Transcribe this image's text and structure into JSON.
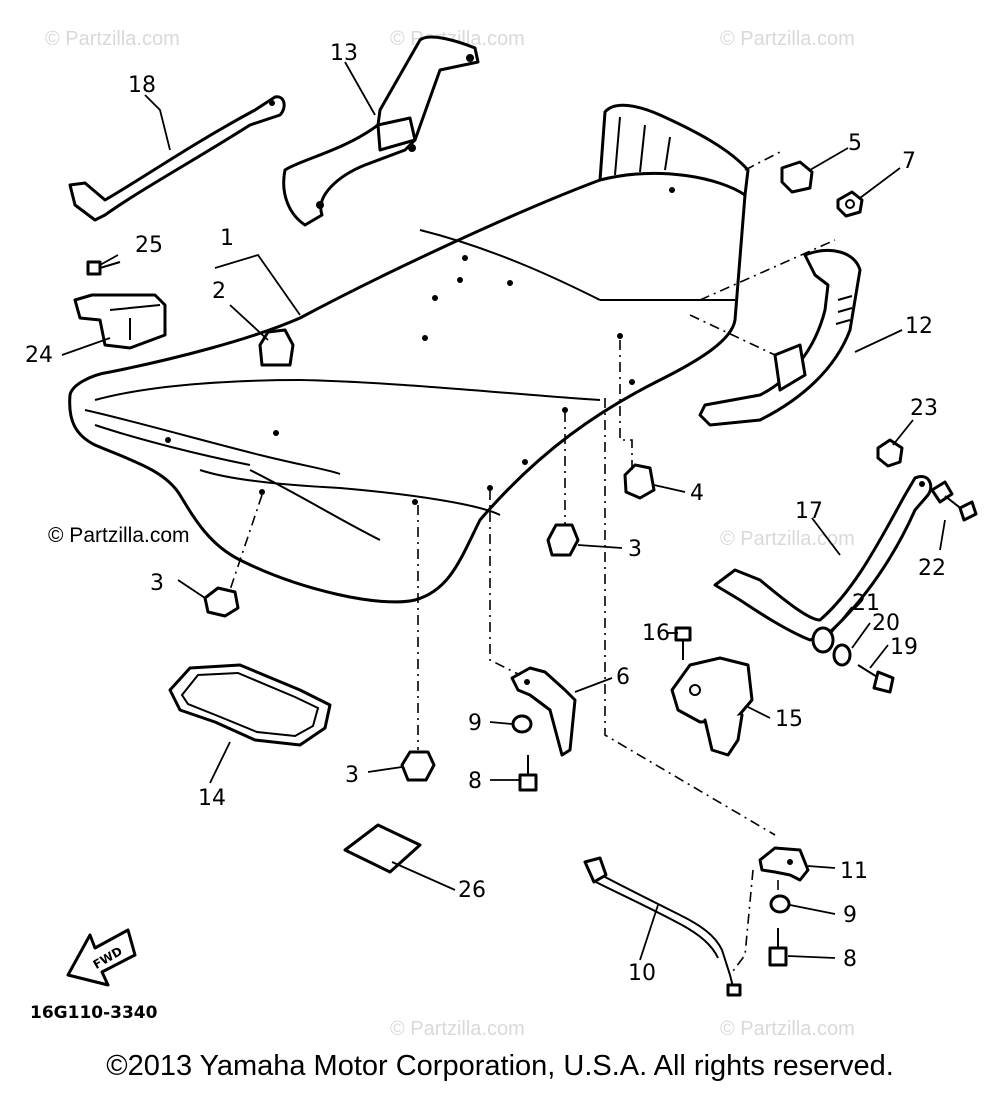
{
  "diagram_code": "16G110-3340",
  "copyright": "©2013 Yamaha Motor Corporation, U.S.A. All rights reserved.",
  "watermark": "© Partzilla.com",
  "fwd_label": "FWD",
  "callouts": {
    "c1": "1",
    "c2": "2",
    "c3a": "3",
    "c3b": "3",
    "c3c": "3",
    "c4": "4",
    "c5": "5",
    "c6": "6",
    "c7": "7",
    "c8a": "8",
    "c8b": "8",
    "c9a": "9",
    "c9b": "9",
    "c10": "10",
    "c11": "11",
    "c12": "12",
    "c13": "13",
    "c14": "14",
    "c15": "15",
    "c16": "16",
    "c17": "17",
    "c18": "18",
    "c19": "19",
    "c20": "20",
    "c21": "21",
    "c22": "22",
    "c23": "23",
    "c24": "24",
    "c25": "25",
    "c26": "26"
  }
}
